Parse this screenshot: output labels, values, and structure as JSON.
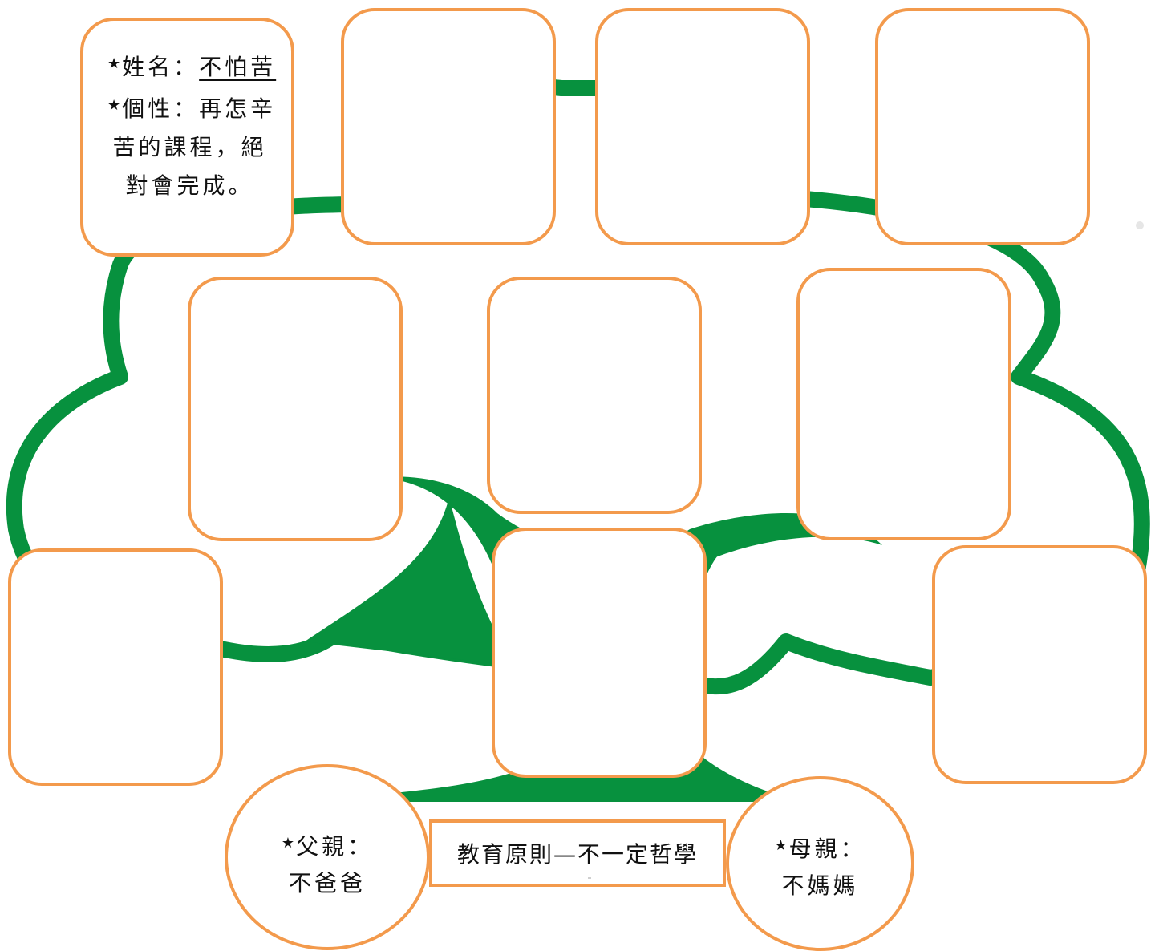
{
  "colors": {
    "tree_green": "#07913E",
    "card_border": "#F39A4C",
    "text": "#111111",
    "background": "#ffffff"
  },
  "child": {
    "star": "★",
    "name_label": "姓名：",
    "name_value": "不怕苦",
    "trait_label": "個性：",
    "trait_line1": "再怎辛",
    "trait_line2": "苦的課程，絕",
    "trait_line3": "對會完成。"
  },
  "father": {
    "star": "★",
    "label": "父親：",
    "name": "不爸爸"
  },
  "mother": {
    "star": "★",
    "label": "母親：",
    "name": "不媽媽"
  },
  "title": "教育原則—不一定哲學"
}
